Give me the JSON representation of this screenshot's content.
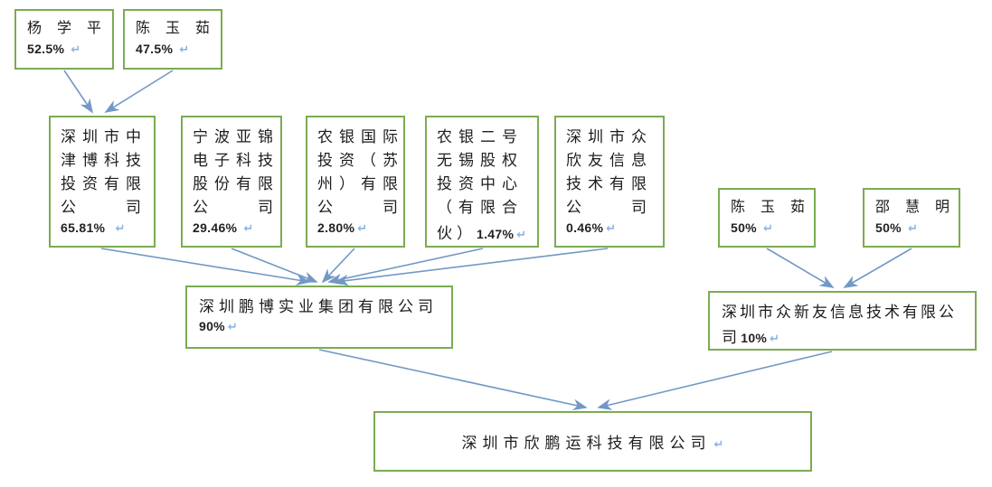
{
  "colors": {
    "boxBorder": "#7cab53",
    "arrow": "#7298c6",
    "returnMark": "#8db3e0",
    "text": "#1d1d1d",
    "background": "#ffffff"
  },
  "boxes": {
    "a1": {
      "name_lines": [
        "杨 学 平"
      ],
      "pct": "52.5% ",
      "mark": "↵"
    },
    "a2": {
      "name_lines": [
        "陈 玉 茹"
      ],
      "pct": "47.5% ",
      "mark": "↵"
    },
    "b1": {
      "name_lines": [
        "深圳市中",
        "津博科技",
        "投资有限",
        "公　　司"
      ],
      "pct": "65.81%  ",
      "mark": "↵"
    },
    "b2": {
      "name_lines": [
        "宁波亚锦",
        "电子科技",
        "股份有限",
        "公　　司"
      ],
      "pct": "29.46% ",
      "mark": "↵"
    },
    "b3": {
      "name_lines": [
        "农银国际",
        "投资（苏",
        "州）有限",
        "公　　司"
      ],
      "pct": "2.80%",
      "mark": "↵"
    },
    "b4": {
      "name_lines": [
        "农银二号",
        "无锡股权",
        "投资中心",
        "（有限合"
      ],
      "pct_prefix": "伙）",
      "pct": "1.47%",
      "mark": "↵"
    },
    "b5": {
      "name_lines": [
        "深圳市众",
        "欣友信息",
        "技术有限",
        "公　　司"
      ],
      "pct": "0.46%",
      "mark": "↵"
    },
    "c1": {
      "name_lines": [
        "陈 玉 茹"
      ],
      "pct": "50% ",
      "mark": "↵"
    },
    "c2": {
      "name_lines": [
        "邵 慧 明"
      ],
      "pct": "50% ",
      "mark": "↵"
    },
    "d1": {
      "name_lines": [
        "深圳鹏博实业集团有限公司"
      ],
      "pct": "90%",
      "mark": "↵"
    },
    "d2": {
      "name_lines": [
        "深圳市众新友信息技术有限公"
      ],
      "pct_prefix": "司 ",
      "pct": "10%",
      "mark": "↵"
    },
    "e": {
      "name_lines": [
        "深圳市欣鹏运科技有限公司"
      ],
      "mark": "↵"
    }
  },
  "edges": [
    {
      "from": "a1",
      "to": "b1"
    },
    {
      "from": "a2",
      "to": "b1"
    },
    {
      "from": "b1",
      "to": "d1"
    },
    {
      "from": "b2",
      "to": "d1"
    },
    {
      "from": "b3",
      "to": "d1"
    },
    {
      "from": "b4",
      "to": "d1"
    },
    {
      "from": "b5",
      "to": "d1"
    },
    {
      "from": "c1",
      "to": "d2"
    },
    {
      "from": "c2",
      "to": "d2"
    },
    {
      "from": "d1",
      "to": "e"
    },
    {
      "from": "d2",
      "to": "e"
    }
  ]
}
